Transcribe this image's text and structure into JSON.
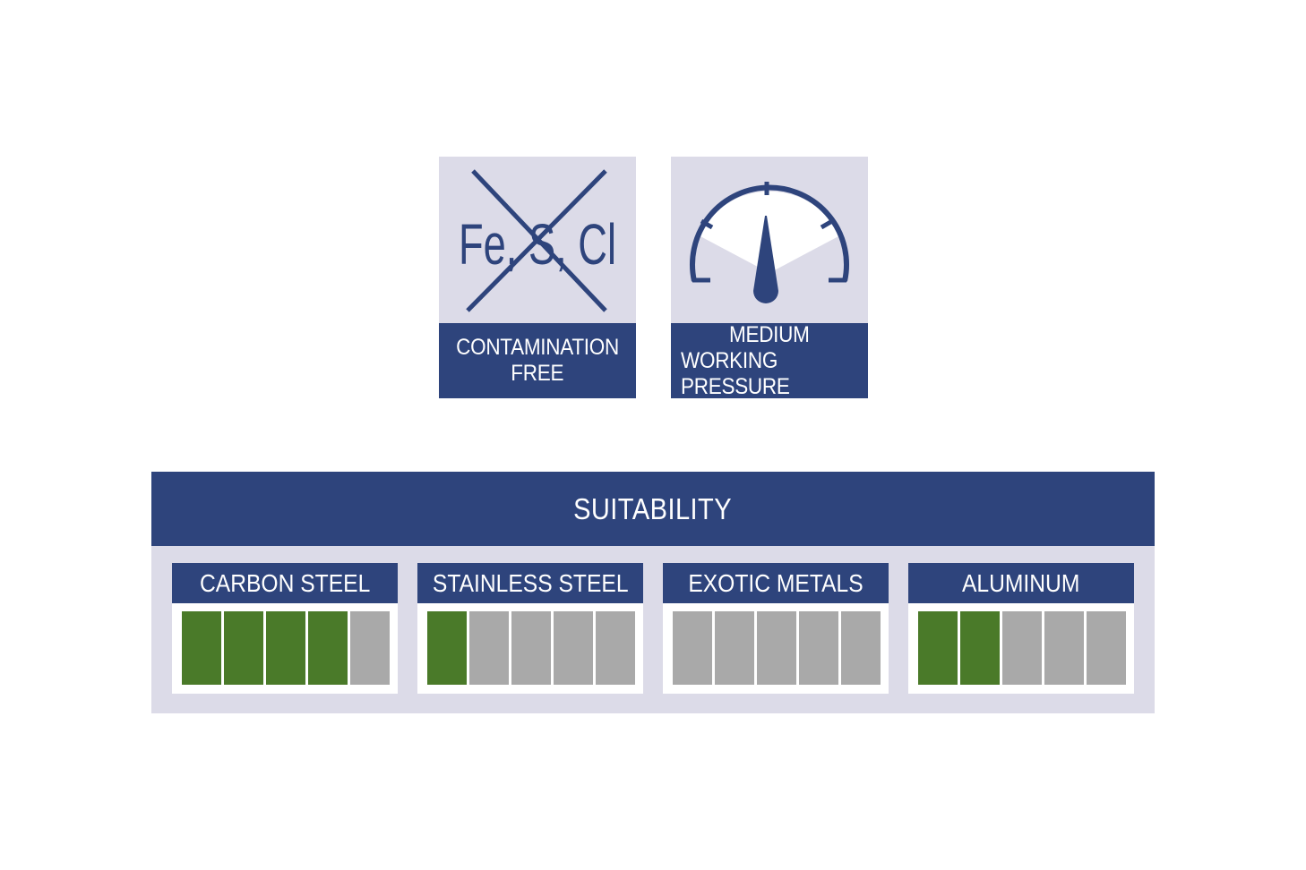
{
  "badges": [
    {
      "icon": "contamination-crossed-icon",
      "icon_text": "Fe, S, Cl",
      "label_lines": [
        "CONTAMINATION",
        "FREE"
      ]
    },
    {
      "icon": "pressure-gauge-icon",
      "label_lines": [
        "MEDIUM",
        "WORKING PRESSURE"
      ]
    }
  ],
  "suitability": {
    "title": "SUITABILITY",
    "scale_max": 5,
    "metals": [
      {
        "name": "CARBON STEEL",
        "rating": 4
      },
      {
        "name": "STAINLESS STEEL",
        "rating": 1
      },
      {
        "name": "EXOTIC METALS",
        "rating": 0
      },
      {
        "name": "ALUMINUM",
        "rating": 2
      }
    ]
  },
  "colors": {
    "navy": "#2e447c",
    "panel": "#dcdbe8",
    "green": "#4a7a29",
    "gray": "#a9a9a9"
  }
}
